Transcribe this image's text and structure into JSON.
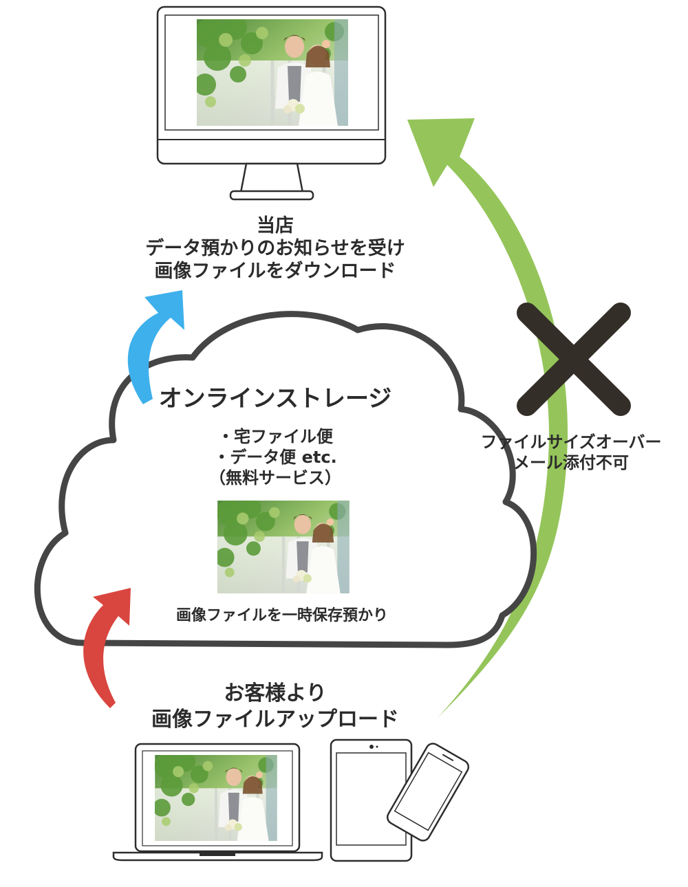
{
  "store": {
    "lines": [
      "当店",
      "データ預かりのお知らせを受け",
      "画像ファイルをダウンロード"
    ]
  },
  "cloud": {
    "title": "オンラインストレージ",
    "lines": [
      "・宅ファイル便",
      "・データ便 etc.",
      "（無料サービス）"
    ],
    "caption": "画像ファイルを一時保存預かり"
  },
  "customer": {
    "lines": [
      "お客様より",
      "画像ファイルアップロード"
    ]
  },
  "warning": {
    "lines": [
      "ファイルサイズオーバー",
      "メール添付不可"
    ]
  },
  "colors": {
    "green_arrow": "#95c55a",
    "blue_arrow": "#3eb0ec",
    "red_arrow": "#d9463f",
    "cross": "#342e28",
    "outline": "#454545"
  }
}
